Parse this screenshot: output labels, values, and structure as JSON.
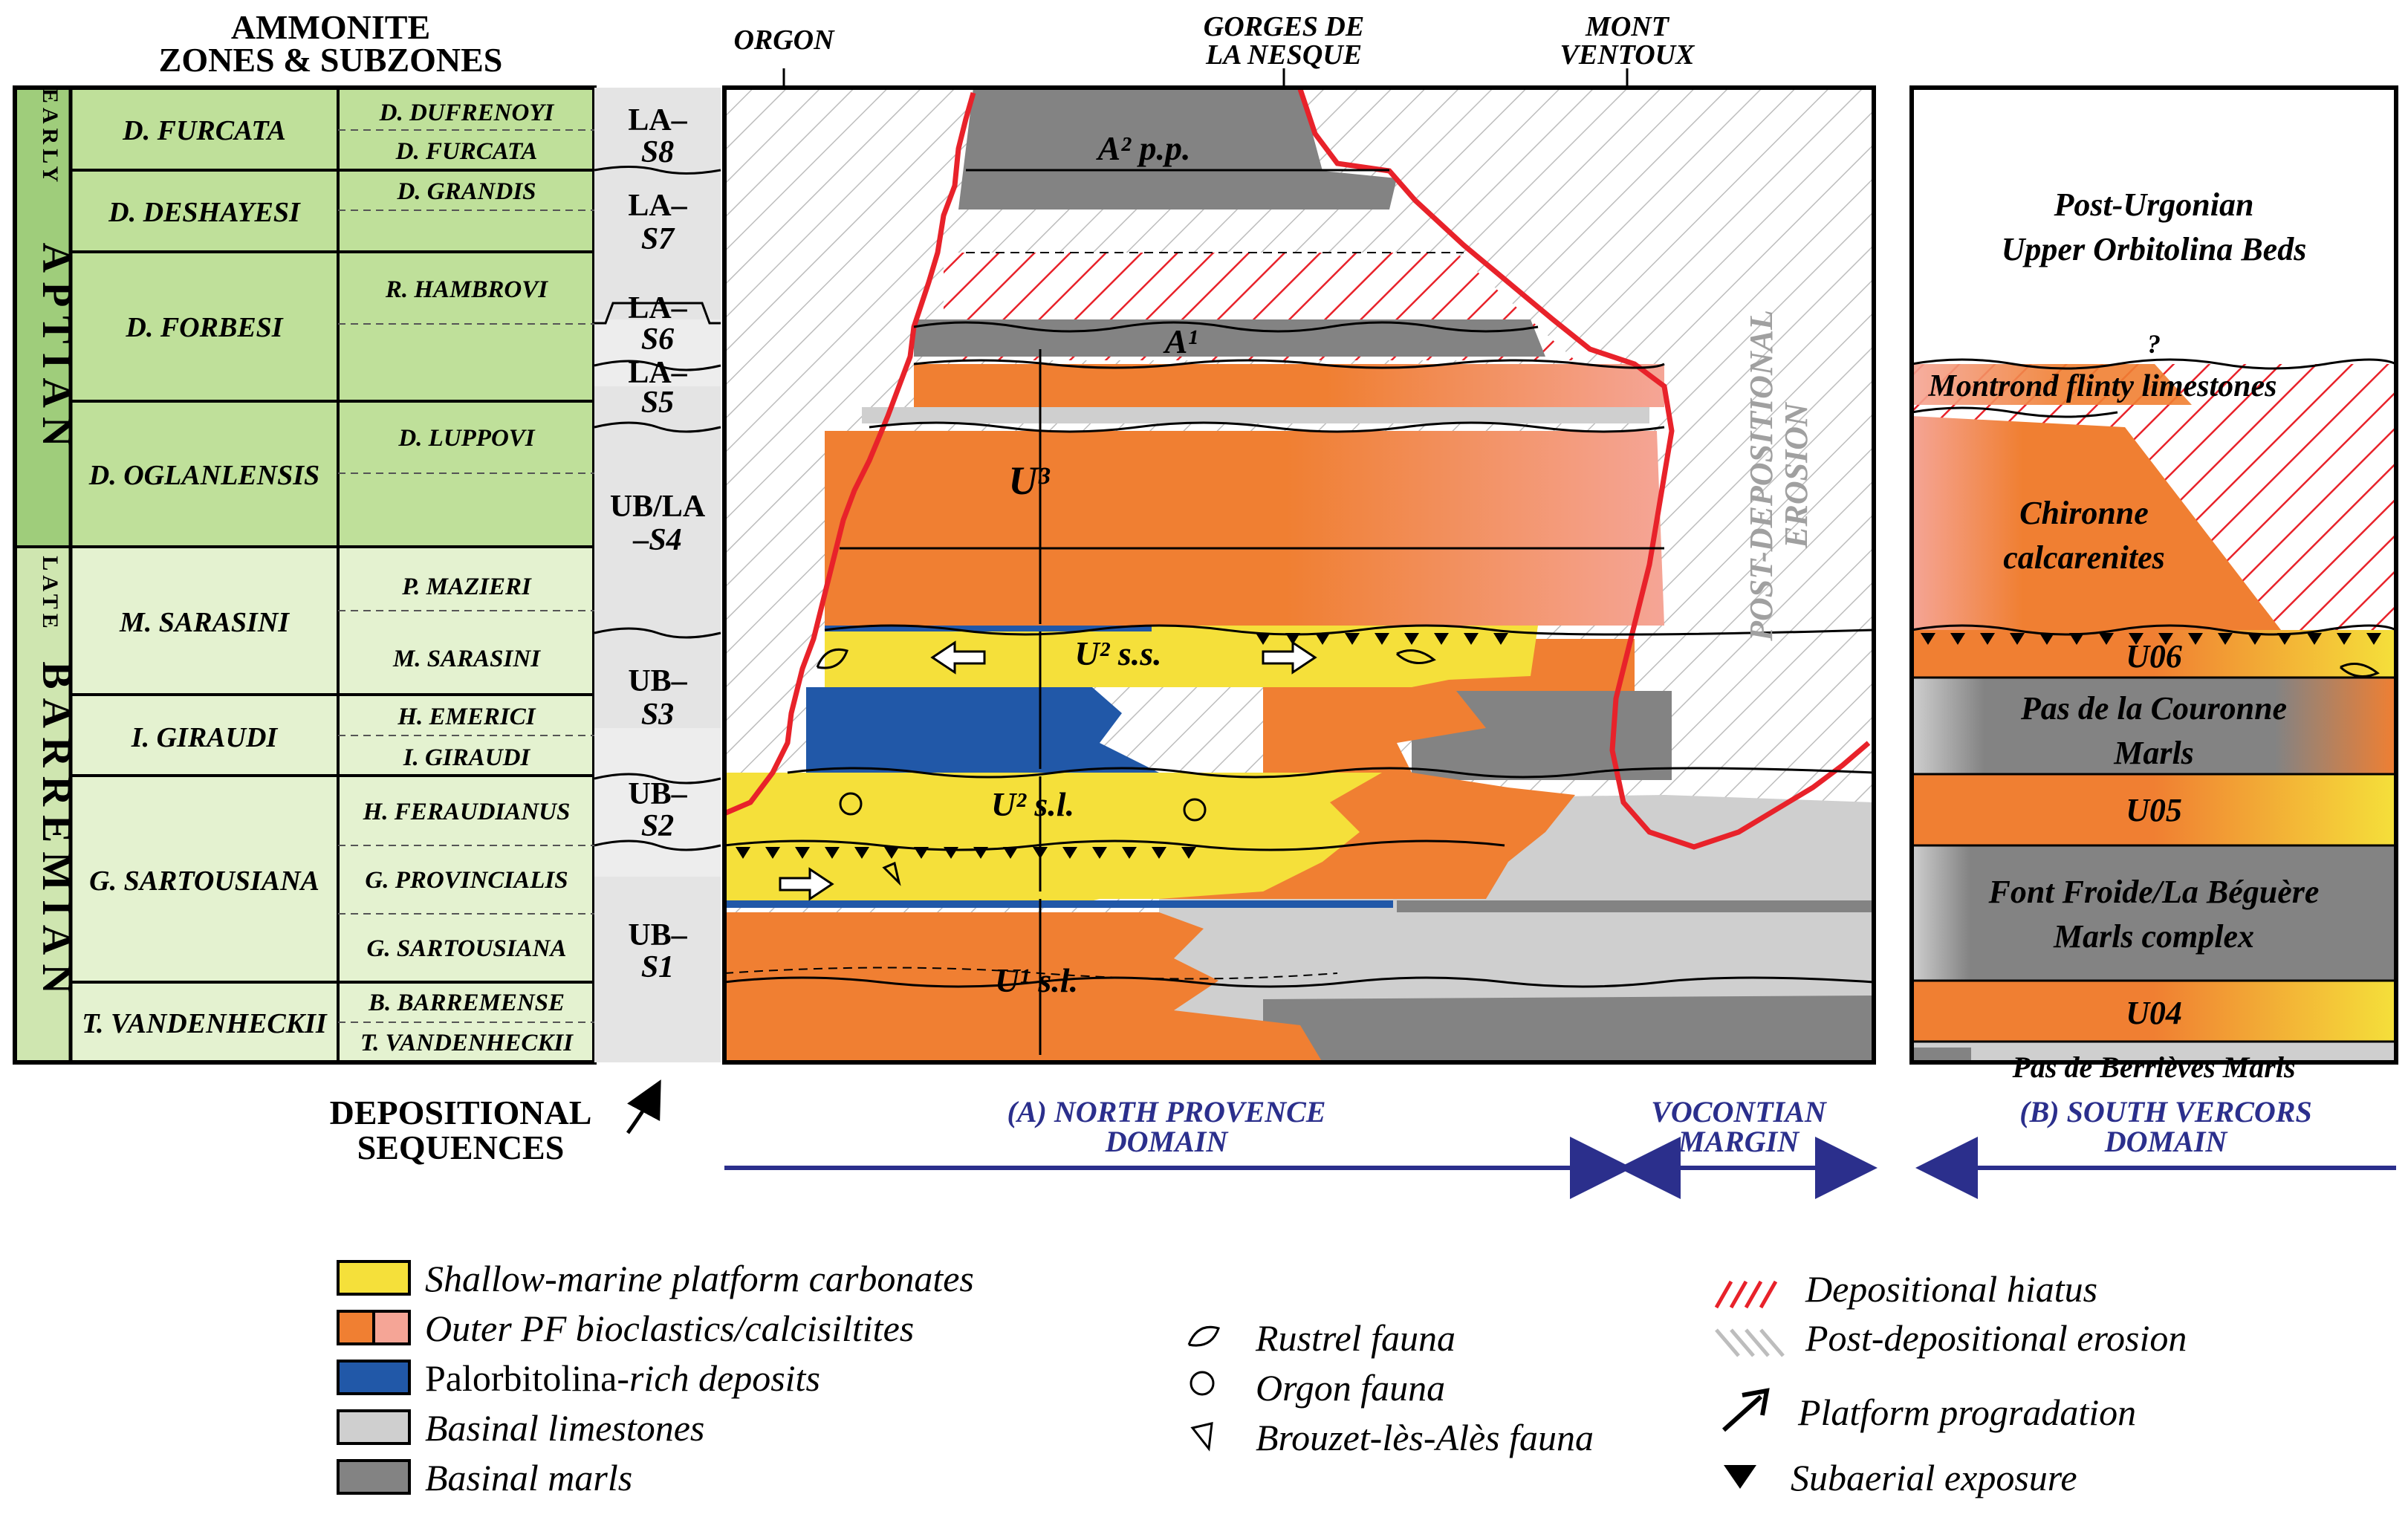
{
  "header": {
    "ammonite_title_1": "AMMONITE",
    "ammonite_title_2": "ZONES & SUBZONES",
    "loc_orgon": "ORGON",
    "loc_gorges_1": "GORGES DE",
    "loc_gorges_2": "LA NESQUE",
    "loc_ventoux_1": "MONT",
    "loc_ventoux_2": "VENTOUX"
  },
  "stages": {
    "early": "EARLY",
    "aptian": "APTIAN",
    "late": "LATE",
    "barremian": "BARREMIAN"
  },
  "zones": [
    {
      "zone": "D. FURCATA",
      "subzones": [
        "D. DUFRENOYI",
        "D. FURCATA"
      ]
    },
    {
      "zone": "D. DESHAYESI",
      "subzones": [
        "D. GRANDIS"
      ]
    },
    {
      "zone": "D. FORBESI",
      "subzones": [
        "R. HAMBROVI"
      ]
    },
    {
      "zone": "D. OGLANLENSIS",
      "subzones": [
        "D. LUPPOVI"
      ]
    },
    {
      "zone": "M. SARASINI",
      "subzones": [
        "P. MAZIERI",
        "M. SARASINI"
      ]
    },
    {
      "zone": "I. GIRAUDI",
      "subzones": [
        "H. EMERICI",
        "I. GIRAUDI"
      ]
    },
    {
      "zone": "G. SARTOUSIANA",
      "subzones": [
        "H. FERAUDIANUS",
        "G. PROVINCIALIS",
        "G. SARTOUSIANA"
      ]
    },
    {
      "zone": "T. VANDENHECKII",
      "subzones": [
        "B. BARREMENSE",
        "T. VANDENHECKII"
      ]
    }
  ],
  "sequences": [
    {
      "line1": "LA–",
      "line2": "S8"
    },
    {
      "line1": "LA–",
      "line2": "S7"
    },
    {
      "line1": "LA–",
      "line2": "S6"
    },
    {
      "line1": "LA–",
      "line2": "S5"
    },
    {
      "line1": "UB/LA",
      "line2": "–S4"
    },
    {
      "line1": "UB–",
      "line2": "S3"
    },
    {
      "line1": "UB–",
      "line2": "S2"
    },
    {
      "line1": "UB–",
      "line2": "S1"
    }
  ],
  "depositional_sequences_1": "DEPOSITIONAL",
  "depositional_sequences_2": "SEQUENCES",
  "provence_units": {
    "a2": "A² p.p.",
    "a1": "A¹",
    "u3": "U³",
    "u2ss": "U² s.s.",
    "u2sl": "U² s.l.",
    "u1sl": "U¹ s.l."
  },
  "post_erosion_1": "POST-DEPOSITIONAL",
  "post_erosion_2": "EROSION",
  "vercors_units": {
    "post_urgonian_1": "Post-Urgonian",
    "post_urgonian_2": "Upper Orbitolina Beds",
    "question": "?",
    "montrond": "Montrond flinty limestones",
    "chironne_1": "Chironne",
    "chironne_2": "calcarenites",
    "u06": "U06",
    "pas_couronne_1": "Pas de la Couronne",
    "pas_couronne_2": "Marls",
    "u05": "U05",
    "font_froide_1": "Font Froide/La Béguère",
    "font_froide_2": "Marls complex",
    "u04": "U04",
    "berrieves": "Pas de Berrièves Marls"
  },
  "domains": {
    "north_provence_1": "(A) NORTH PROVENCE",
    "north_provence_2": "DOMAIN",
    "vocontian_1": "VOCONTIAN",
    "vocontian_2": "MARGIN",
    "south_vercors_1": "(B) SOUTH VERCORS",
    "south_vercors_2": "DOMAIN"
  },
  "legend": {
    "shallow": "Shallow-marine platform carbonates",
    "outer": "Outer PF bioclastics/calcisiltites",
    "palorbitolina_1": "Palorbitolina",
    "palorbitolina_2": "-rich deposits",
    "basinal_limestones": "Basinal limestones",
    "basinal_marls": "Basinal marls",
    "rustrel": "Rustrel fauna",
    "orgon": "Orgon fauna",
    "brouzet": "Brouzet-lès-Alès fauna",
    "hiatus": "Depositional hiatus",
    "erosion": "Post-depositional erosion",
    "progradation": "Platform progradation",
    "subaerial": "Subaerial exposure"
  },
  "colors": {
    "shallow": "#f5e03a",
    "outer": "#f07f32",
    "outer_light": "#f5a596",
    "palorbitolina": "#2158a8",
    "basinal_limestones": "#cfcfcf",
    "basinal_marls": "#838383",
    "early_aptian_bg": "#bfe09a",
    "late_barremian_bg": "#e4f2d0",
    "hiatus_red": "#e8222a",
    "domain_blue": "#2b2f8c"
  }
}
